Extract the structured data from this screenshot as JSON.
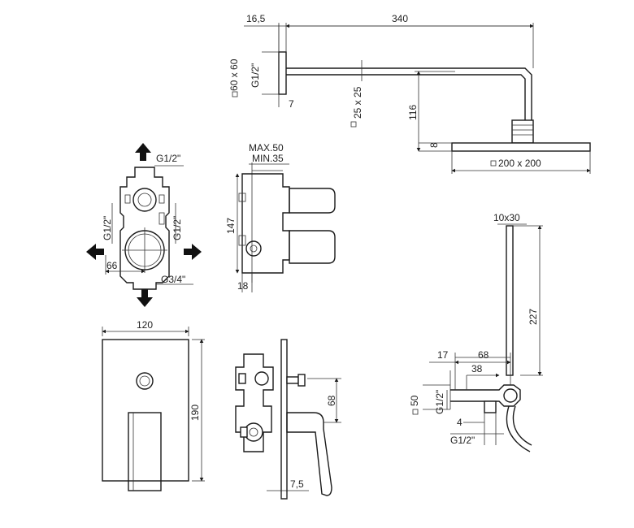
{
  "shower_head": {
    "dim_wall": "16,5",
    "dim_arm_length": "340",
    "dim_flange": "60 x 60",
    "dim_thread": "G1/2\"",
    "dim_flange_depth": "7",
    "dim_arm_section": "25 x 25",
    "dim_drop": "116",
    "dim_head_thickness": "8",
    "dim_head_size": "200 x 200"
  },
  "valve_front": {
    "thread_top": "G1/2\"",
    "thread_left": "G1/2\"",
    "thread_right": "G1/2\"",
    "dim_width": "66",
    "thread_bottom": "G3/4\""
  },
  "valve_side": {
    "max_depth": "MAX.50",
    "min_depth": "MIN.35",
    "dim_height": "147",
    "dim_bottom": "18"
  },
  "plate_front": {
    "dim_width": "120",
    "dim_height": "190"
  },
  "plate_side": {
    "dim_handle_height": "68",
    "dim_plate_depth": "7,5"
  },
  "hand_shower": {
    "dim_section": "10x30",
    "dim_length": "227",
    "dim_17": "17",
    "dim_68": "68",
    "dim_38": "38",
    "dim_50": "50",
    "thread_outlet": "G1/2\"",
    "dim_4": "4",
    "thread_inlet": "G1/2\""
  }
}
